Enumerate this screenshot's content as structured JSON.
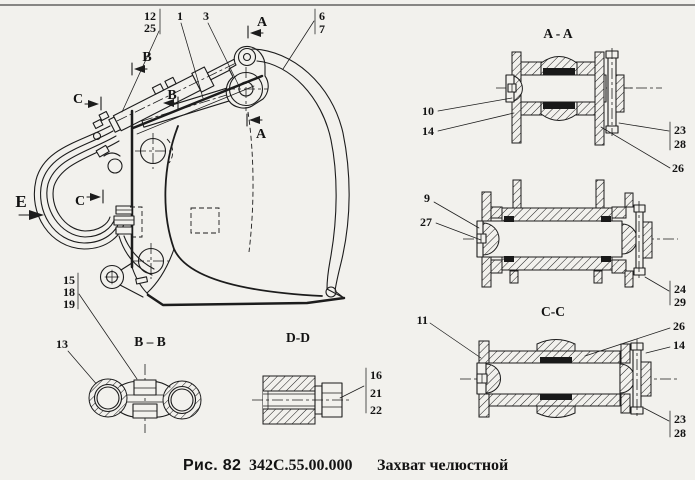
{
  "palette": {
    "paper": "#f2f1ed",
    "ink": "#1c1c1c"
  },
  "caption": {
    "fig": "Рис. 82",
    "code": "342С.55.00.000",
    "title": "Захват  челюстной"
  },
  "section_labels": {
    "aa": "A - A",
    "cc": "C-C",
    "bb": "B – B",
    "dd": "D-D"
  },
  "view_letters": {
    "a": "A",
    "b": "B",
    "c": "C",
    "e": "E"
  },
  "callouts": {
    "n1": "1",
    "n3": "3",
    "n6": "6",
    "n7": "7",
    "n9": "9",
    "n10": "10",
    "n11": "11",
    "n12": "12",
    "n13": "13",
    "n14": "14",
    "n15": "15",
    "n16": "16",
    "n18": "18",
    "n19": "19",
    "n21": "21",
    "n22": "22",
    "n23": "23",
    "n24": "24",
    "n25": "25",
    "n26": "26",
    "n27": "27",
    "n28": "28",
    "n29": "29"
  }
}
